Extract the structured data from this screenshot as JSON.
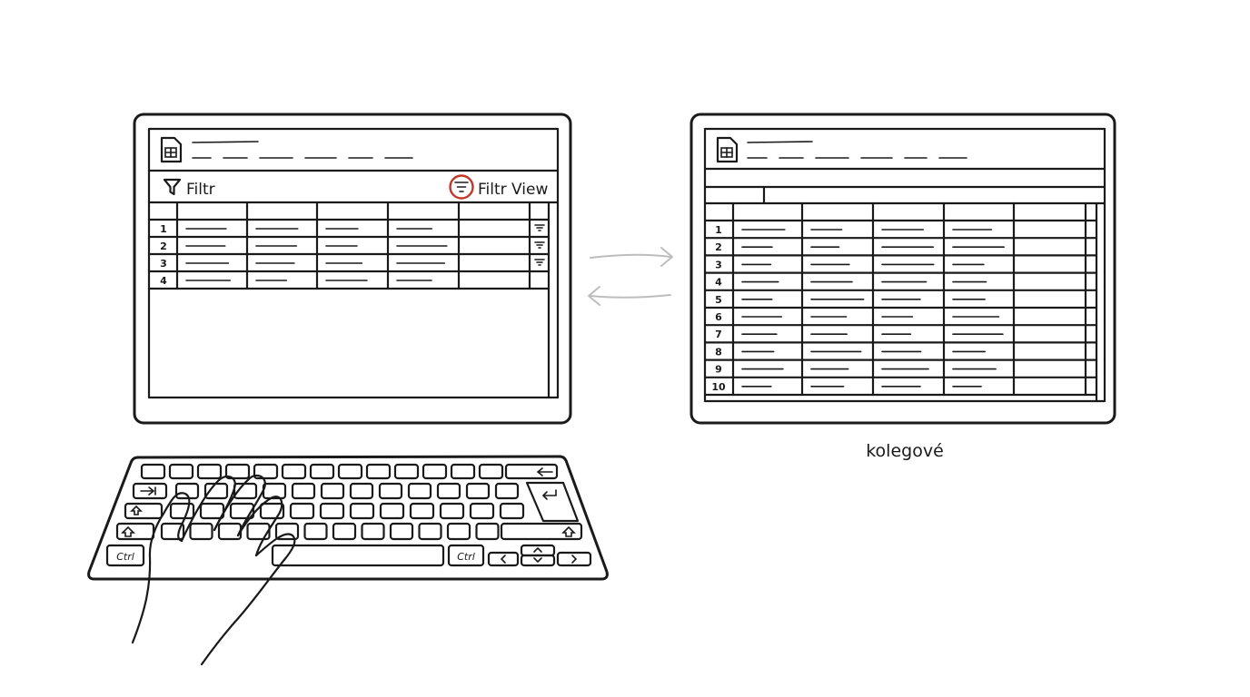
{
  "left_screen": {
    "filter_label": "Filtr",
    "filter_view_label": "Filtr View",
    "row_numbers": [
      "1",
      "2",
      "3",
      "4"
    ],
    "highlight_color": "#c0392b"
  },
  "right_screen": {
    "row_numbers": [
      "1",
      "2",
      "3",
      "4",
      "5",
      "6",
      "7",
      "8",
      "9",
      "10"
    ],
    "caption": "kolegové"
  },
  "keyboard": {
    "ctrl_left": "Ctrl",
    "ctrl_right": "Ctrl"
  },
  "colors": {
    "ink": "#1a1a1a",
    "arrow": "#bdbdbd",
    "highlight": "#c0392b"
  }
}
